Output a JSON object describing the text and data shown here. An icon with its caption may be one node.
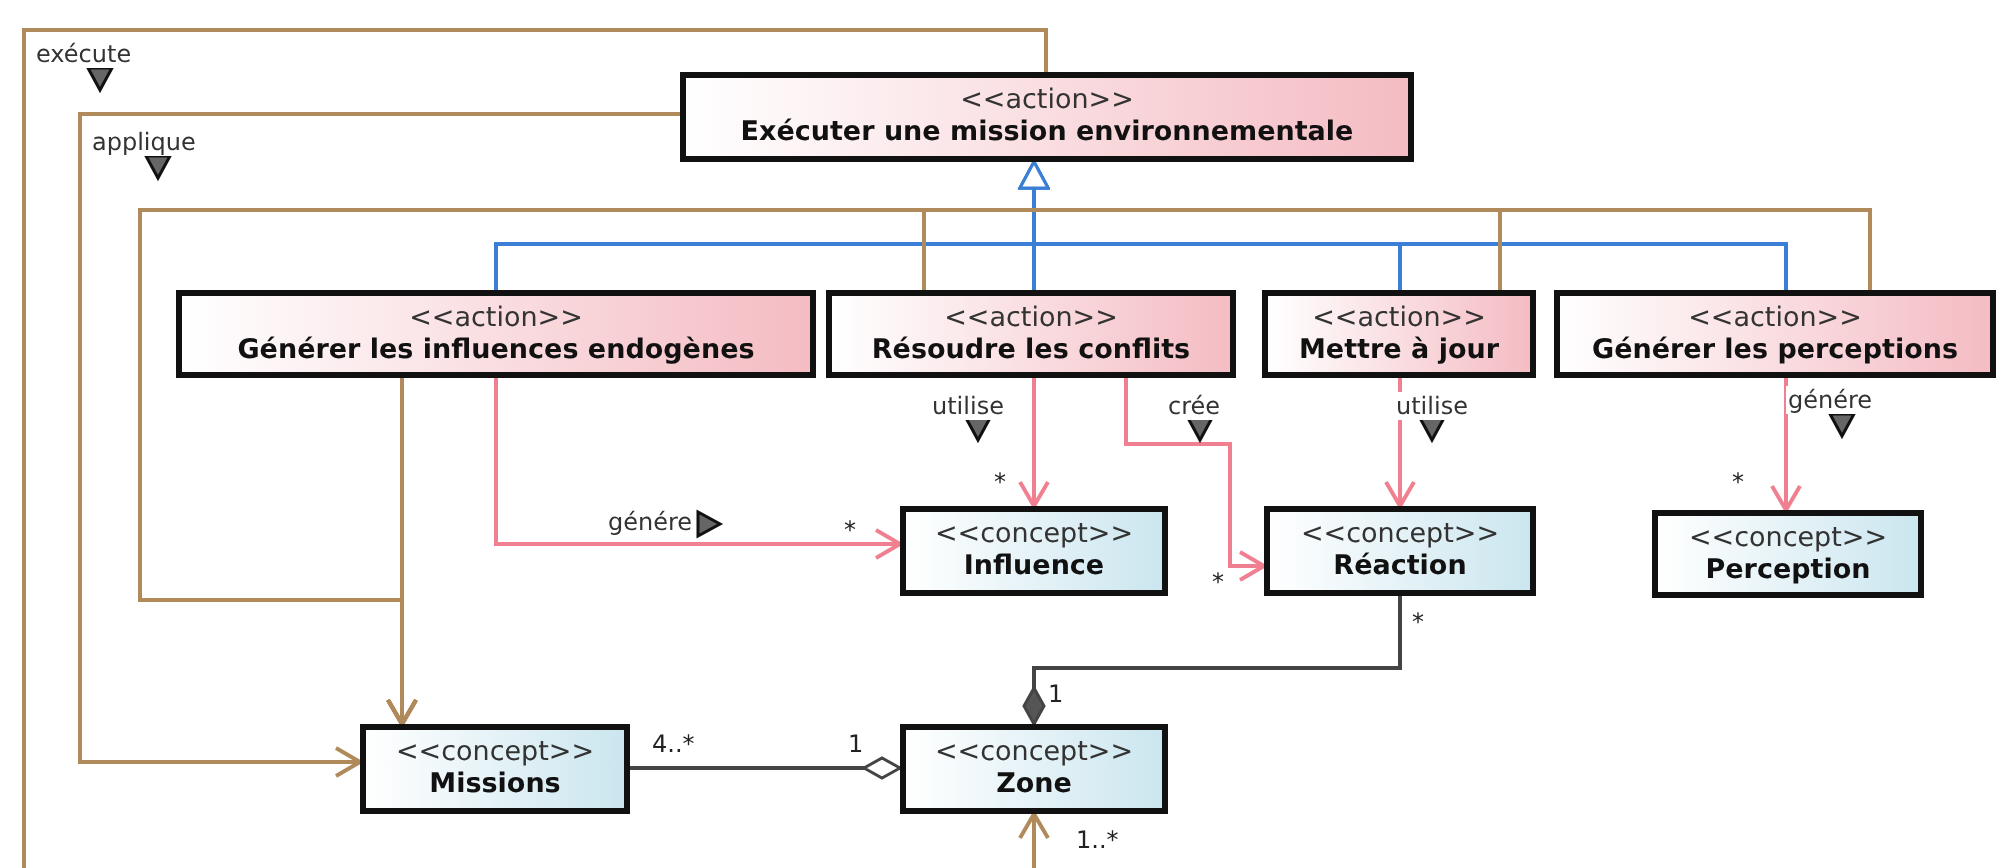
{
  "diagram": {
    "nodes": [
      {
        "text": [
          "<<action>>",
          "Exécuter une mission environnementale"
        ]
      },
      {
        "text": [
          "<<action>>",
          "Générer les influences endogènes"
        ]
      },
      {
        "text": [
          "<<action>>",
          "Résoudre les conflits"
        ]
      },
      {
        "text": [
          "<<action>>",
          "Mettre à jour"
        ]
      },
      {
        "text": [
          "<<action>>",
          "Générer les perceptions"
        ]
      },
      {
        "text": [
          "<<concept>>",
          "Influence"
        ]
      },
      {
        "text": [
          "<<concept>>",
          "Réaction"
        ]
      },
      {
        "text": [
          "<<concept>>",
          "Perception"
        ]
      },
      {
        "text": [
          "<<concept>>",
          "Missions"
        ]
      },
      {
        "text": [
          "<<concept>>",
          "Zone"
        ]
      }
    ],
    "edges": [
      {
        "from": 1,
        "to": 0,
        "arrow": "to",
        "color": "#3a7fd5"
      },
      {
        "from": 2,
        "to": 0,
        "arrow": "to",
        "color": "#3a7fd5"
      },
      {
        "from": 3,
        "to": 0,
        "arrow": "to",
        "color": "#3a7fd5"
      },
      {
        "from": 4,
        "to": 0,
        "arrow": "to",
        "color": "#3a7fd5"
      },
      {
        "from": 0,
        "to": null,
        "arrow": "none",
        "label": "exécute"
      },
      {
        "from": 0,
        "to": 8,
        "arrow": "to",
        "label": "applique"
      },
      {
        "from": 2,
        "to": 8,
        "arrow": "to"
      },
      {
        "from": 3,
        "to": 8,
        "arrow": "to"
      },
      {
        "from": 4,
        "to": 8,
        "arrow": "to"
      },
      {
        "from": 1,
        "to": 8,
        "arrow": "to"
      },
      {
        "from": 1,
        "to": 5,
        "arrow": "to",
        "label": "génére",
        "color": "#f08090"
      },
      {
        "from": 2,
        "to": 5,
        "arrow": "to",
        "label": "utilise",
        "color": "#f08090"
      },
      {
        "from": 2,
        "to": 6,
        "arrow": "to",
        "label": "crée",
        "color": "#f08090"
      },
      {
        "from": 3,
        "to": 6,
        "arrow": "to",
        "label": "utilise",
        "color": "#f08090"
      },
      {
        "from": 4,
        "to": 7,
        "arrow": "to",
        "label": "génére",
        "color": "#f08090"
      },
      {
        "from": 6,
        "to": 9,
        "arrow": "other",
        "color": "#444444"
      },
      {
        "from": 8,
        "to": 9,
        "arrow": "other",
        "color": "#444444"
      },
      {
        "from": null,
        "to": 9,
        "arrow": "to"
      }
    ],
    "labels": [
      "*",
      "*",
      "*",
      "*",
      "*",
      "1",
      "4..*",
      "1",
      "1..*"
    ]
  }
}
